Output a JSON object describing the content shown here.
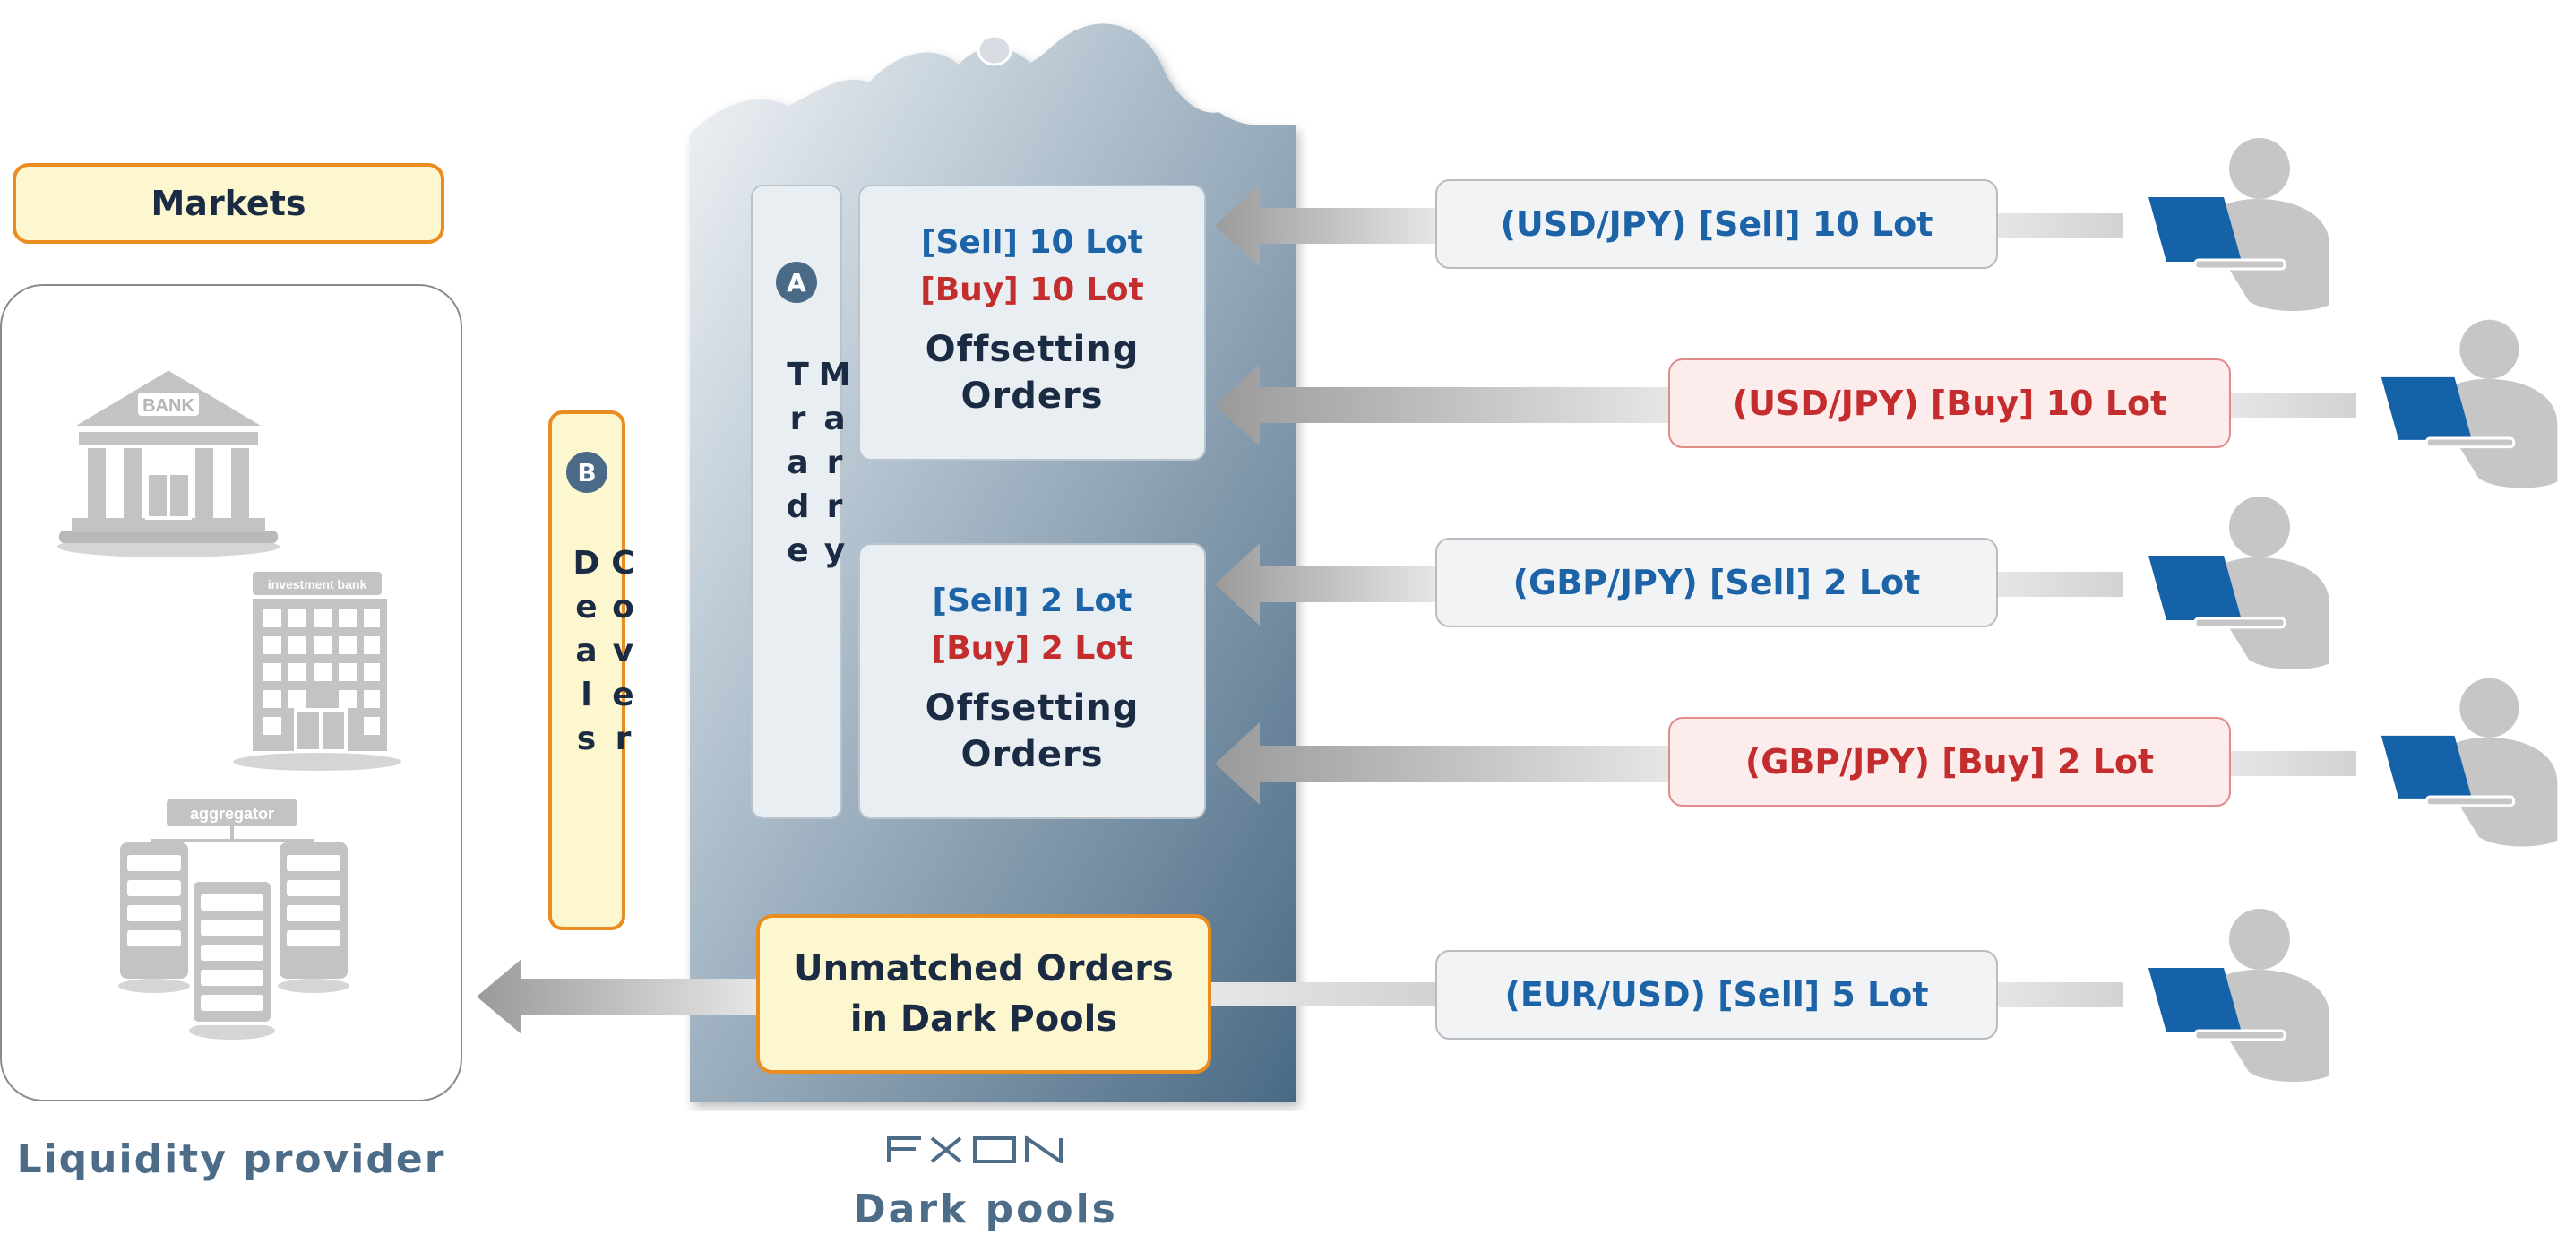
{
  "markets": {
    "label": "Markets"
  },
  "liquidity_provider": {
    "label": "Liquidity provider",
    "icons": [
      {
        "name": "bank-icon",
        "text": "BANK"
      },
      {
        "name": "investment-bank-icon",
        "text": "investment bank"
      },
      {
        "name": "aggregator-icon",
        "text": "aggregator"
      }
    ]
  },
  "cover_deals": {
    "badge": "B",
    "label": "Cover Deals"
  },
  "marry_trade": {
    "badge": "A",
    "label": "Marry Trade"
  },
  "offsetting": [
    {
      "sell": "[Sell] 10 Lot",
      "buy": "[Buy] 10 Lot",
      "title1": "Offsetting",
      "title2": "Orders"
    },
    {
      "sell": "[Sell] 2 Lot",
      "buy": "[Buy] 2 Lot",
      "title1": "Offsetting",
      "title2": "Orders"
    }
  ],
  "unmatched": {
    "line1": "Unmatched Orders",
    "line2": "in Dark Pools"
  },
  "dark_pools": {
    "logo": "FXON",
    "label": "Dark pools"
  },
  "orders": [
    {
      "text": "(USD/JPY) [Sell] 10 Lot",
      "side": "sell"
    },
    {
      "text": "(USD/JPY) [Buy] 10 Lot",
      "side": "buy"
    },
    {
      "text": "(GBP/JPY) [Sell] 2 Lot",
      "side": "sell"
    },
    {
      "text": "(GBP/JPY) [Buy] 2 Lot",
      "side": "buy"
    },
    {
      "text": "(EUR/USD) [Sell] 5 Lot",
      "side": "sell"
    }
  ],
  "colors": {
    "sell": "#1d63a8",
    "buy": "#c32d2d",
    "accent_border": "#ea8c1f",
    "label_fill": "#fcf7cf",
    "pool_dark": "#4e6f88",
    "laptop": "#1562a8"
  }
}
